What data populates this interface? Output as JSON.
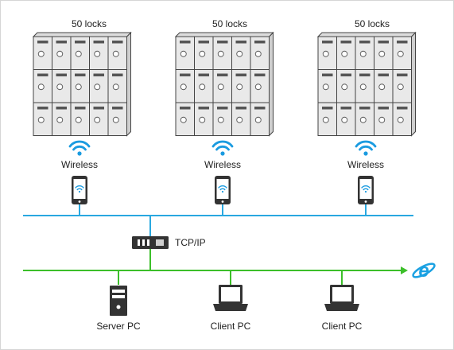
{
  "lockers": [
    {
      "label": "50 locks"
    },
    {
      "label": "50 locks"
    },
    {
      "label": "50 locks"
    }
  ],
  "wireless": [
    {
      "label": "Wireless",
      "icon": "wifi-icon",
      "device": "smartphone-icon"
    },
    {
      "label": "Wireless",
      "icon": "wifi-icon",
      "device": "smartphone-icon"
    },
    {
      "label": "Wireless",
      "icon": "wifi-icon",
      "device": "smartphone-icon"
    }
  ],
  "converter": {
    "label": "TCP/IP",
    "icon": "network-converter-icon"
  },
  "computers": [
    {
      "label": "Server PC",
      "icon": "server-tower-icon"
    },
    {
      "label": "Client PC",
      "icon": "laptop-icon"
    },
    {
      "label": "Client PC",
      "icon": "laptop-icon"
    }
  ],
  "internet": {
    "icon": "internet-explorer-icon"
  },
  "colors": {
    "wireless_bus": "#29a8e0",
    "ethernet_bus": "#3cbf2a",
    "locker_fill": "#e9e9e9",
    "locker_outline": "#444444",
    "wifi": "#1a9be0",
    "device_dark": "#333333"
  }
}
